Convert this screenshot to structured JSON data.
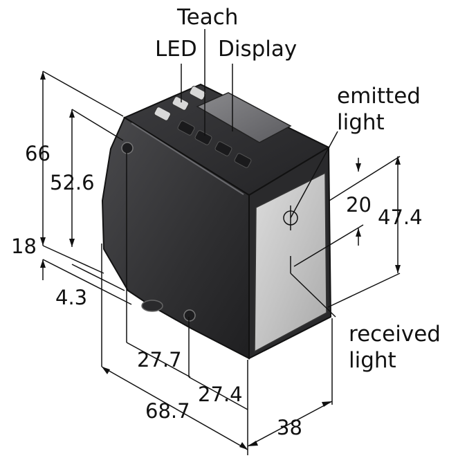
{
  "labels": {
    "teach": "Teach",
    "led": "LED",
    "display": "Display",
    "emitted": "emitted",
    "emitted_light": "light",
    "received": "received",
    "received_light": "light"
  },
  "dimensions": {
    "d66": "66",
    "d52_6": "52.6",
    "d18": "18",
    "d4_3": "4.3",
    "d27_7": "27.7",
    "d27_4": "27.4",
    "d68_7": "68.7",
    "d38": "38",
    "d20": "20",
    "d47_4": "47.4"
  },
  "colors": {
    "housing_dark": "#2b2b2d",
    "housing_mid": "#3a3a3d",
    "lens_face": "#c9c9c9",
    "line": "#111111"
  }
}
